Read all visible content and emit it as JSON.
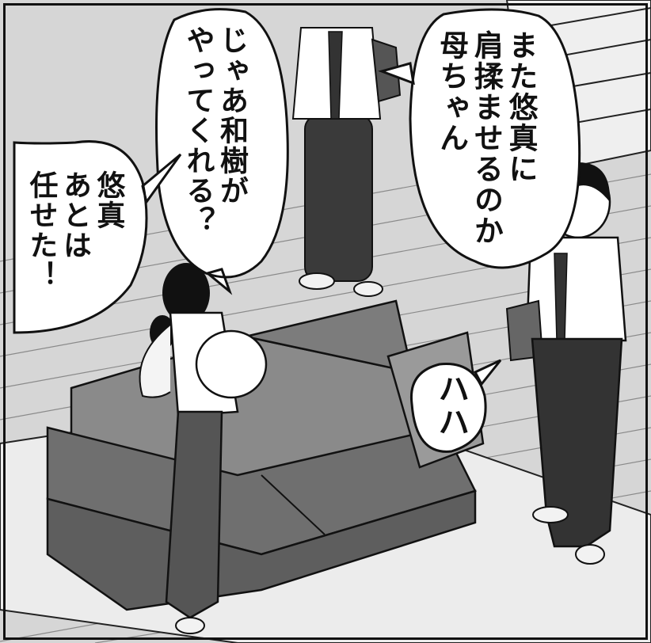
{
  "speech_bubbles": {
    "top_right": "また悠真に\n肩揉ませるのか\n母ちゃん",
    "middle": "じゃあ和樹が\nやってくれる？",
    "left": "悠真\nあとは\n任せた！",
    "right_small": "ハハ"
  },
  "colors": {
    "floor_tile": "#c4c4c4",
    "wall": "#e6e6e6",
    "sofa": "#7a7a7a",
    "rug": "#ececec",
    "line": "#111111"
  }
}
